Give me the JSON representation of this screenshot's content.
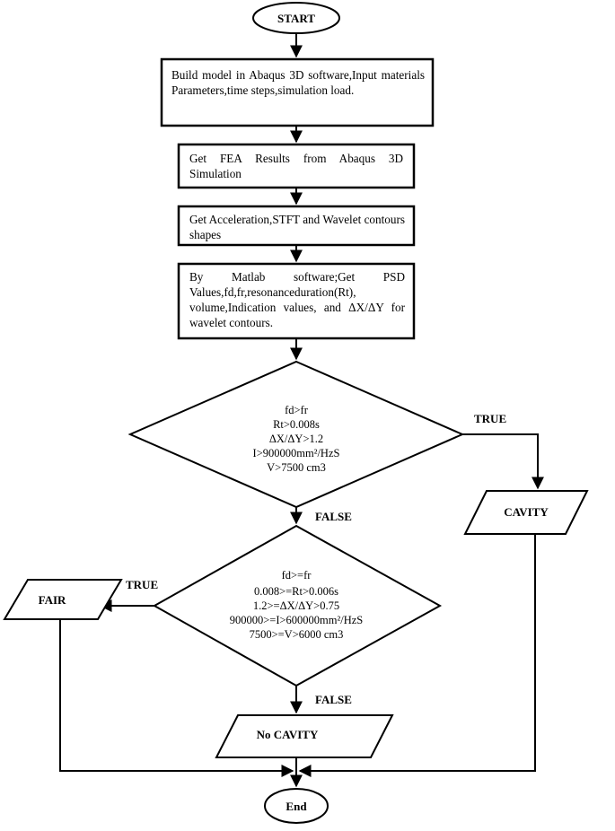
{
  "start": "START",
  "end": "End",
  "steps": [
    "Build model in Abaqus 3D software,Input materials Parameters,time steps,simulation load.",
    "Get FEA Results from Abaqus 3D Simulation",
    "Get Acceleration,STFT and Wavelet contours shapes",
    "By Matlab software;Get PSD Values,fd,fr,resonanceduration(Rt), volume,Indication values, and ΔX/ΔY for wavelet contours."
  ],
  "decision1": {
    "conditions": [
      "fd>fr",
      "Rt>0.008s",
      "ΔX/ΔY>1.2",
      "I>900000mm²/HzS",
      "V>7500 cm3"
    ],
    "true_label": "TRUE",
    "false_label": "FALSE"
  },
  "decision2": {
    "conditions": [
      "fd>=fr",
      "0.008>=Rt>0.006s",
      "1.2>=ΔX/ΔY>0.75",
      "900000>=I>600000mm²/HzS",
      "7500>=V>6000 cm3"
    ],
    "true_label": "TRUE",
    "false_label": "FALSE"
  },
  "outputs": {
    "cavity": "CAVITY",
    "fair": "FAIR",
    "no_cavity": "No CAVITY"
  }
}
